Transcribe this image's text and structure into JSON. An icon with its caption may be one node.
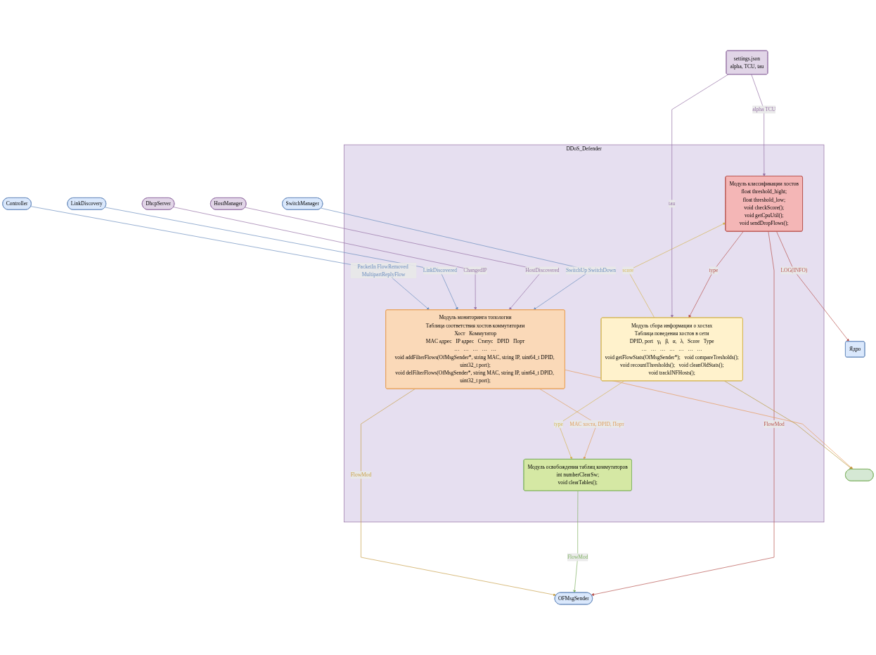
{
  "diagram": {
    "nodes": [
      {
        "text": [
          "OFMsgSender"
        ]
      },
      {
        "text": [
          "SwitchManager"
        ]
      },
      {
        "text": [
          "HostManager"
        ]
      },
      {
        "text": [
          "DhcpServer"
        ]
      },
      {
        "text": [
          "LinkDiscovery"
        ]
      },
      {
        "text": [
          "Controller"
        ]
      },
      {
        "text": [],
        "shape": "ellipse"
      },
      {
        "text": [
          "Ядро"
        ]
      },
      {
        "text": [
          "DDoS_Defender"
        ]
      },
      {
        "text": [
          "Модуль мониторинга топологии",
          "Таблица соответствия хостов коммутаторам",
          "Хост",
          "Коммутатор",
          "MAC адрес",
          "IP адрес",
          "Статус",
          "DPID",
          "Порт",
          "…",
          "…",
          "…",
          "…",
          "…",
          "void addFilterFlows(OfMsgSender*, string MAC, string IP, uint64_t DPID, uint32_t port);",
          "void delFilterFlows(OfMsgSender*, string MAC, string IP, uint64_t DPID, uint32_t port);"
        ],
        "in": 8
      },
      {
        "text": [
          "Модуль освобождения таблиц коммутаторов",
          "int numberClearSw;",
          "void clearTables();"
        ],
        "in": 8
      },
      {
        "text": [
          "Модуль классификации хостов",
          "float threshold_hight;",
          "float threshold_low;",
          "void checkScore();",
          "void getCpuUtil();",
          "void sendDropFlows();"
        ],
        "in": 8
      },
      {
        "text": [
          "Модуль сбора информации о хостах",
          "Таблица поведения хостов в сети",
          "DPID, port",
          "γᵢⱼ",
          "βᵢ",
          "αᵢ",
          "λᵢ",
          "Score",
          "Type",
          "…",
          "…",
          "…",
          "…",
          "…",
          "…",
          "…",
          "void getFlowStats(OfMsgSender*);",
          "void compareTresholds();",
          "void recountThresholds();",
          "void cleanOldStats();",
          "void trackINFHosts();"
        ],
        "in": 8
      },
      {
        "text": [
          "settings.json",
          "alpha, TCU, tau"
        ]
      }
    ],
    "edges": [
      {
        "from": 11,
        "to": 0,
        "arrow": "to",
        "label": "FlowMod",
        "color": "#b85450"
      },
      {
        "from": 10,
        "to": 0,
        "arrow": "to",
        "label": "FlowMod",
        "color": "#82b366"
      },
      {
        "from": 9,
        "to": 0,
        "arrow": "to",
        "label": "FlowMod",
        "color": "#c9a04a"
      },
      {
        "from": 1,
        "to": 9,
        "arrow": "to",
        "label": "SwitchUp SwitchDown",
        "color": "#6c8ebf"
      },
      {
        "from": 2,
        "to": 9,
        "arrow": "to",
        "label": "HostDiscovered",
        "color": "#9673a6"
      },
      {
        "from": 3,
        "to": 9,
        "arrow": "to",
        "label": "ChangedIP",
        "color": "#9673a6"
      },
      {
        "from": 4,
        "to": 9,
        "arrow": "to",
        "label": "LinkDiscovered",
        "color": "#6c8ebf"
      },
      {
        "from": 5,
        "to": 9,
        "arrow": "to",
        "label": "PacketIn FlowRemoved MultipartReplyFlow",
        "color": "#6c8ebf"
      },
      {
        "from": 9,
        "to": 6,
        "arrow": "to",
        "color": "#e69a5a"
      },
      {
        "from": 12,
        "to": 6,
        "arrow": "to",
        "color": "#b89b3c"
      },
      {
        "from": 9,
        "to": 10,
        "arrow": "to",
        "label": "MAC хоста, DPID, Порт",
        "color": "#e0a060"
      },
      {
        "from": 12,
        "to": 10,
        "arrow": "to",
        "label": "type",
        "color": "#d6b656"
      },
      {
        "from": 12,
        "to": 11,
        "arrow": "to",
        "label": "score",
        "color": "#d6b656"
      },
      {
        "from": 11,
        "to": 12,
        "arrow": "to",
        "label": "type",
        "color": "#b85450"
      },
      {
        "from": 13,
        "to": 11,
        "arrow": "to",
        "label": "alpha TCU",
        "color": "#9673a6"
      },
      {
        "from": 13,
        "to": 12,
        "arrow": "to",
        "label": "tau",
        "color": "#9673a6"
      },
      {
        "from": 11,
        "to": 7,
        "arrow": "to",
        "label": "LOG(INFO)",
        "color": "#b85450"
      }
    ]
  }
}
